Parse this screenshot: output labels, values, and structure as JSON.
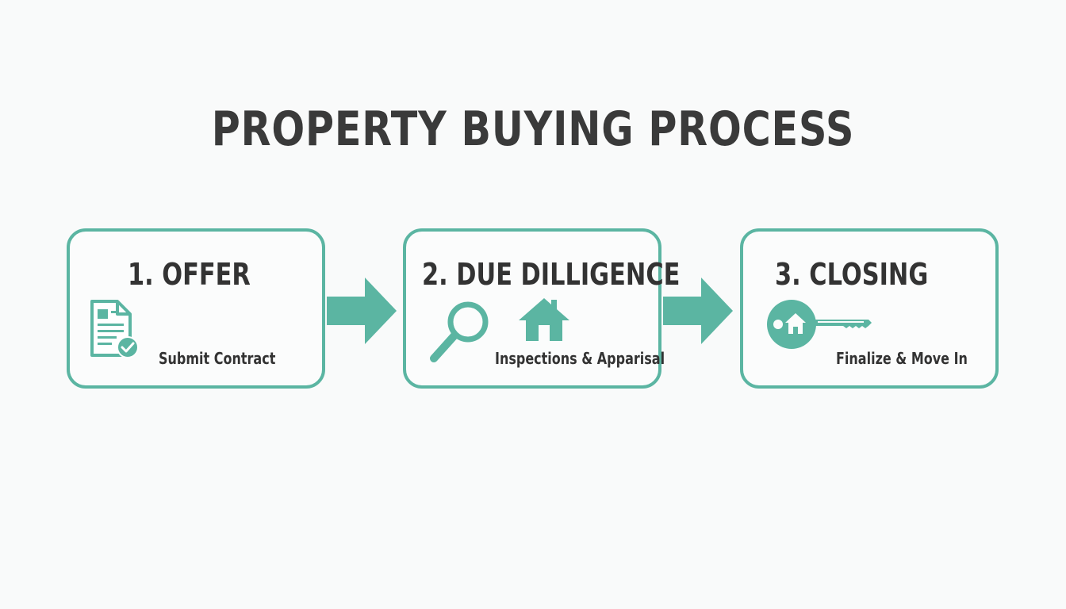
{
  "title": "PROPERTY BUYING PROCESS",
  "accent_color": "#5bb5a2",
  "steps": [
    {
      "title": "1. OFFER",
      "description": "Submit Contract",
      "icons": [
        "document-check-icon"
      ]
    },
    {
      "title": "2. DUE DILLIGENCE",
      "description": "Inspections & Apparisal",
      "icons": [
        "magnifier-icon",
        "house-icon"
      ]
    },
    {
      "title": "3. CLOSING",
      "description": "Finalize & Move In",
      "icons": [
        "house-key-icon"
      ]
    }
  ]
}
